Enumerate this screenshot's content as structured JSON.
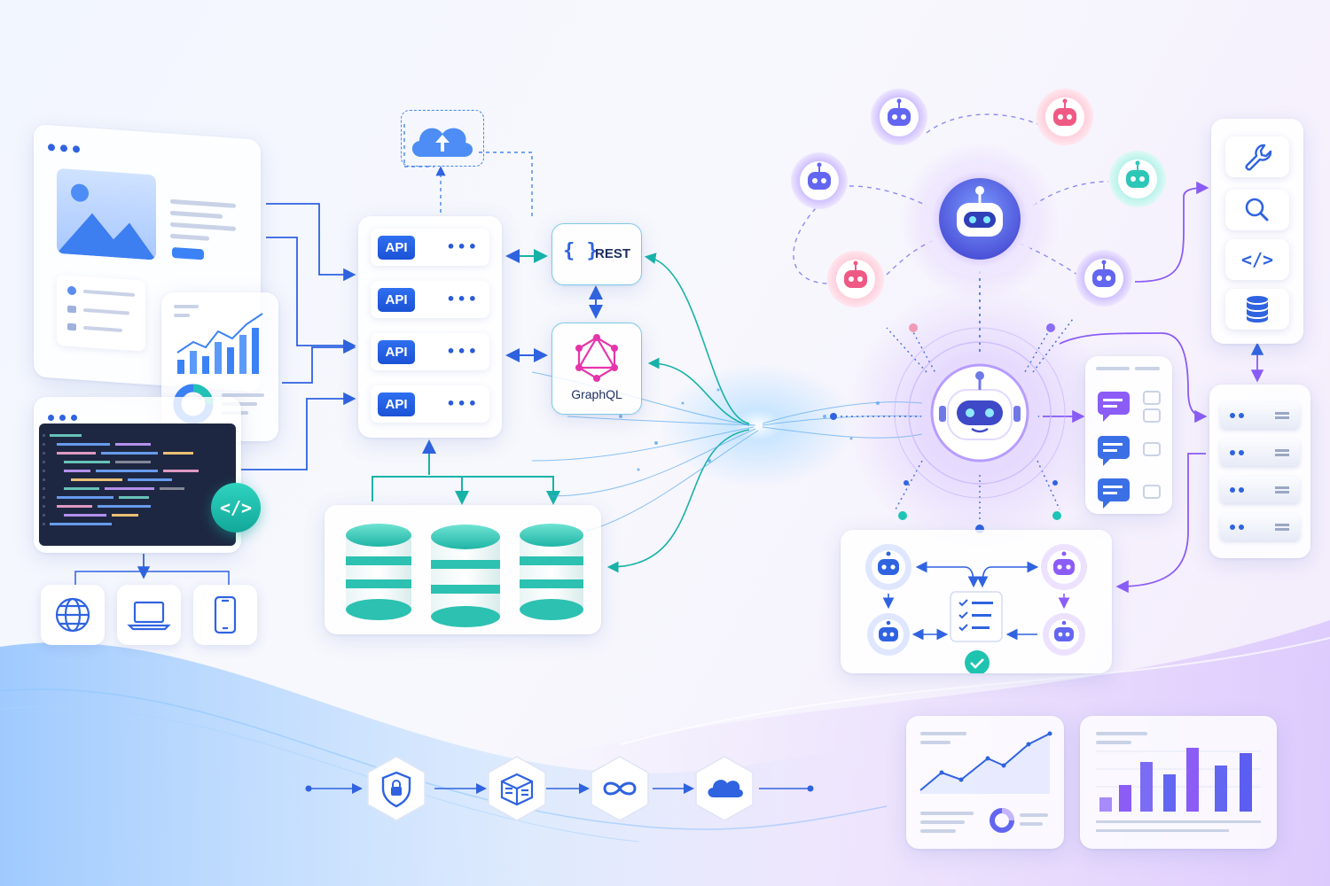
{
  "api_gateway": {
    "endpoints": [
      {
        "label": "API"
      },
      {
        "label": "API"
      },
      {
        "label": "API"
      },
      {
        "label": "API"
      }
    ],
    "more_icon": "more-horizontal-icon"
  },
  "protocols": {
    "rest_label": "REST",
    "rest_glyph": "{ }",
    "graphql_label": "GraphQL"
  },
  "code_editor": {
    "glyph": "</>"
  },
  "tools_panel": {
    "code_glyph": "</>",
    "icons": [
      "wrench-icon",
      "search-icon",
      "code-icon",
      "database-icon"
    ]
  },
  "devices": [
    "globe-icon",
    "laptop-icon",
    "smartphone-icon"
  ],
  "pipeline": [
    "shield-lock-icon",
    "package-icon",
    "infinity-icon",
    "cloud-icon"
  ],
  "colors": {
    "accent_blue": "#2563eb",
    "teal": "#14b8a6",
    "purple": "#8b5cf6",
    "pink": "#f472b6"
  }
}
